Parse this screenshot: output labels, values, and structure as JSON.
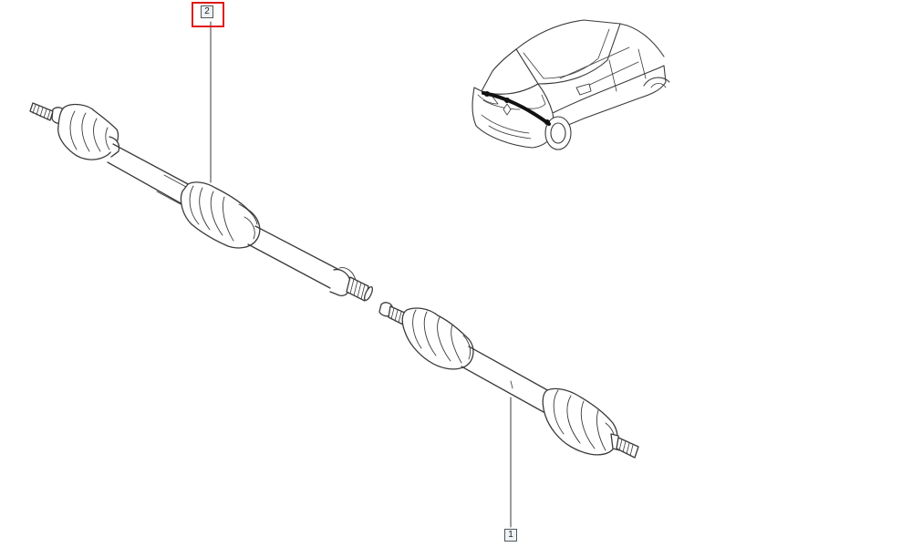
{
  "callouts": [
    {
      "id": "part-2",
      "label": "2",
      "highlighted": true
    },
    {
      "id": "part-1",
      "label": "1",
      "highlighted": false
    }
  ],
  "colors": {
    "line": "#3a3a3a",
    "highlight": "#e01818",
    "callout_fill": "#eef3f8"
  }
}
